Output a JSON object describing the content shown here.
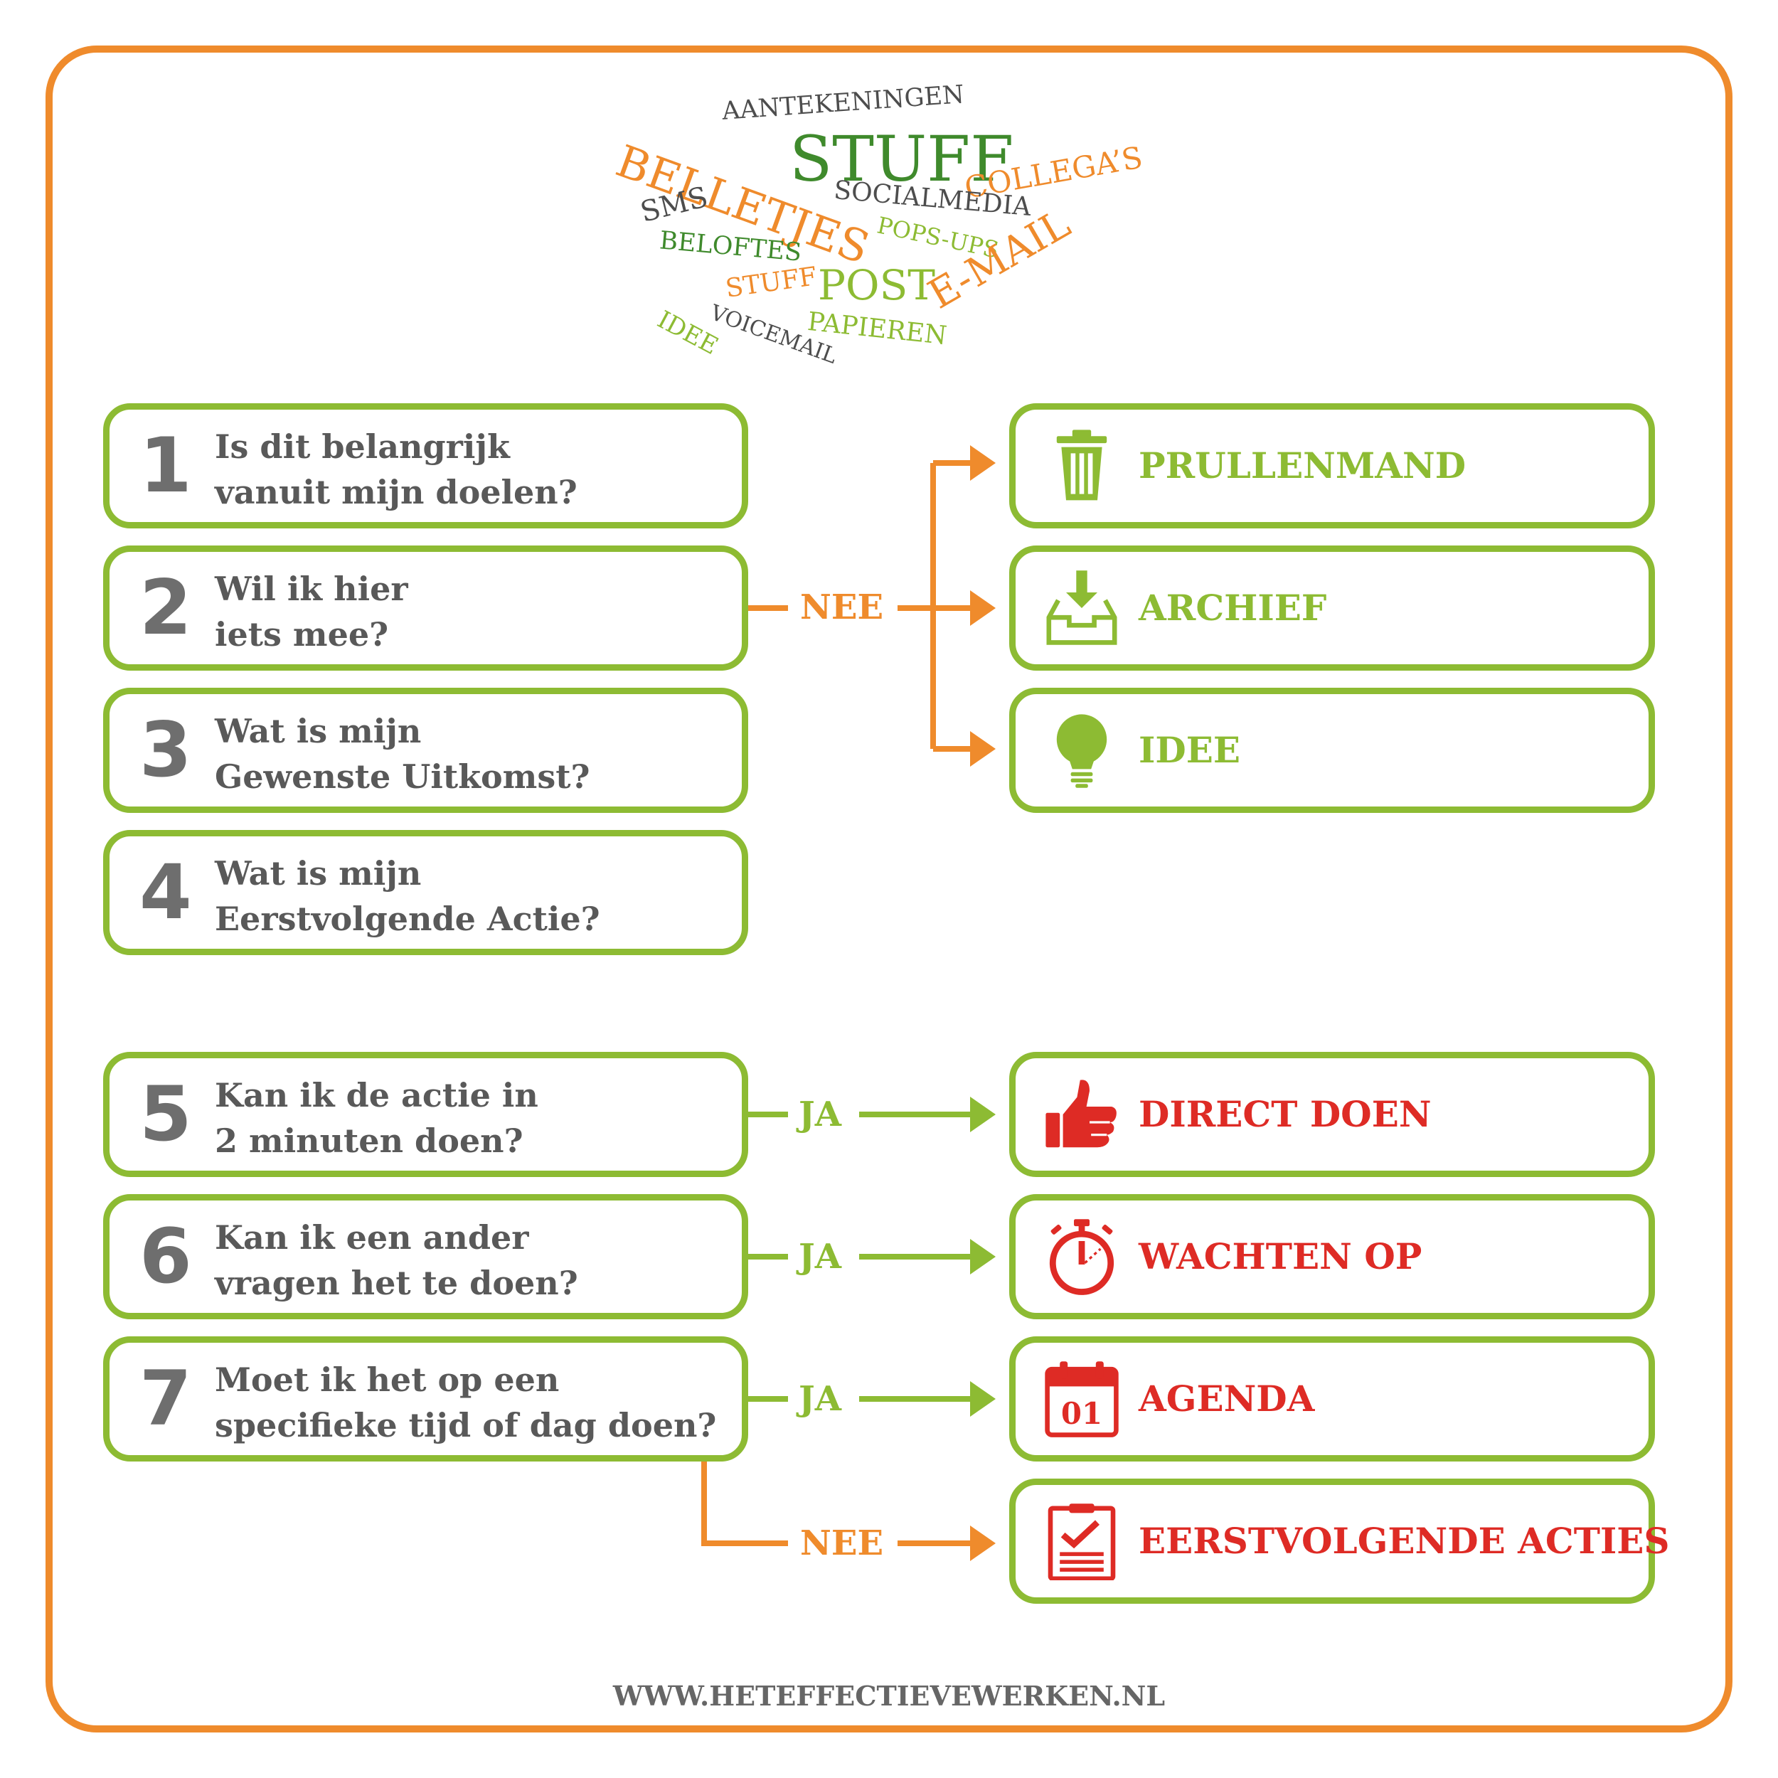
{
  "word_cloud": {
    "aantekeningen": "AANTEKENINGEN",
    "belletjes": "BELLETJES",
    "stuff_main": "STUFF",
    "collegas": "COLLEGA’S",
    "sms": "SMS",
    "socialmedia": "SOCIALMEDIA",
    "beloftes": "BELOFTES",
    "pops_ups": "POPS-UPS",
    "stuff_small": "STUFF",
    "post": "POST",
    "email": "E-MAIL",
    "idee": "IDEE",
    "voicemail": "VOICEMAIL",
    "papieren": "PAPIEREN"
  },
  "questions": [
    {
      "number": "1",
      "line1": "Is dit belangrijk",
      "line2": "vanuit mijn doelen?"
    },
    {
      "number": "2",
      "line1": "Wil ik hier",
      "line2": "iets mee?"
    },
    {
      "number": "3",
      "line1": "Wat is mijn",
      "line2": "Gewenste Uitkomst?"
    },
    {
      "number": "4",
      "line1": "Wat is mijn",
      "line2": "Eerstvolgende Actie?"
    },
    {
      "number": "5",
      "line1": "Kan ik de actie in",
      "line2": "2 minuten doen?"
    },
    {
      "number": "6",
      "line1": "Kan ik een ander",
      "line2": "vragen het te doen?"
    },
    {
      "number": "7",
      "line1": "Moet ik het op een",
      "line2": "specifieke tijd of dag doen?"
    }
  ],
  "results": [
    {
      "label": "PRULLENMAND",
      "icon": "trash-icon"
    },
    {
      "label": "ARCHIEF",
      "icon": "archive-tray-icon"
    },
    {
      "label": "IDEE",
      "icon": "lightbulb-icon"
    },
    {
      "label": "DIRECT DOEN",
      "icon": "thumbs-up-icon"
    },
    {
      "label": "WACHTEN OP",
      "icon": "stopwatch-icon"
    },
    {
      "label": "AGENDA",
      "icon": "calendar-icon"
    },
    {
      "label": "EERSTVOLGENDE ACTIES",
      "icon": "checklist-icon"
    }
  ],
  "calendar_day": "01",
  "connectors": {
    "no": "NEE",
    "yes": "JA"
  },
  "footer": "WWW.HETEFFECTIEVEWERKEN.NL",
  "colors": {
    "green": "#8dbb33",
    "dark_green": "#3f8a2c",
    "orange": "#ef8b2c",
    "red": "#de2b25",
    "gray": "#595959"
  }
}
